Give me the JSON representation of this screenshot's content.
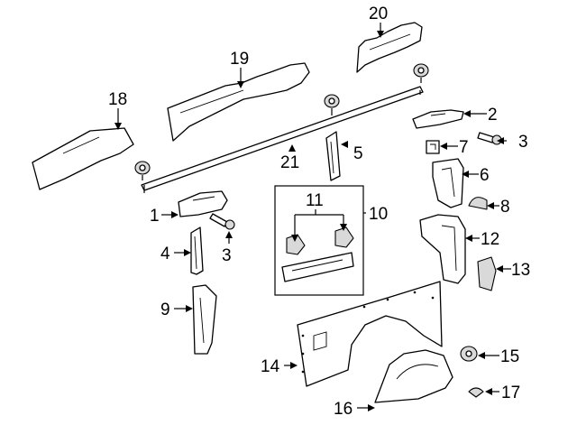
{
  "diagram": {
    "callouts": [
      "1",
      "2",
      "3",
      "3",
      "4",
      "5",
      "6",
      "7",
      "8",
      "9",
      "10",
      "11",
      "12",
      "13",
      "14",
      "15",
      "16",
      "17",
      "18",
      "19",
      "20",
      "21"
    ]
  }
}
